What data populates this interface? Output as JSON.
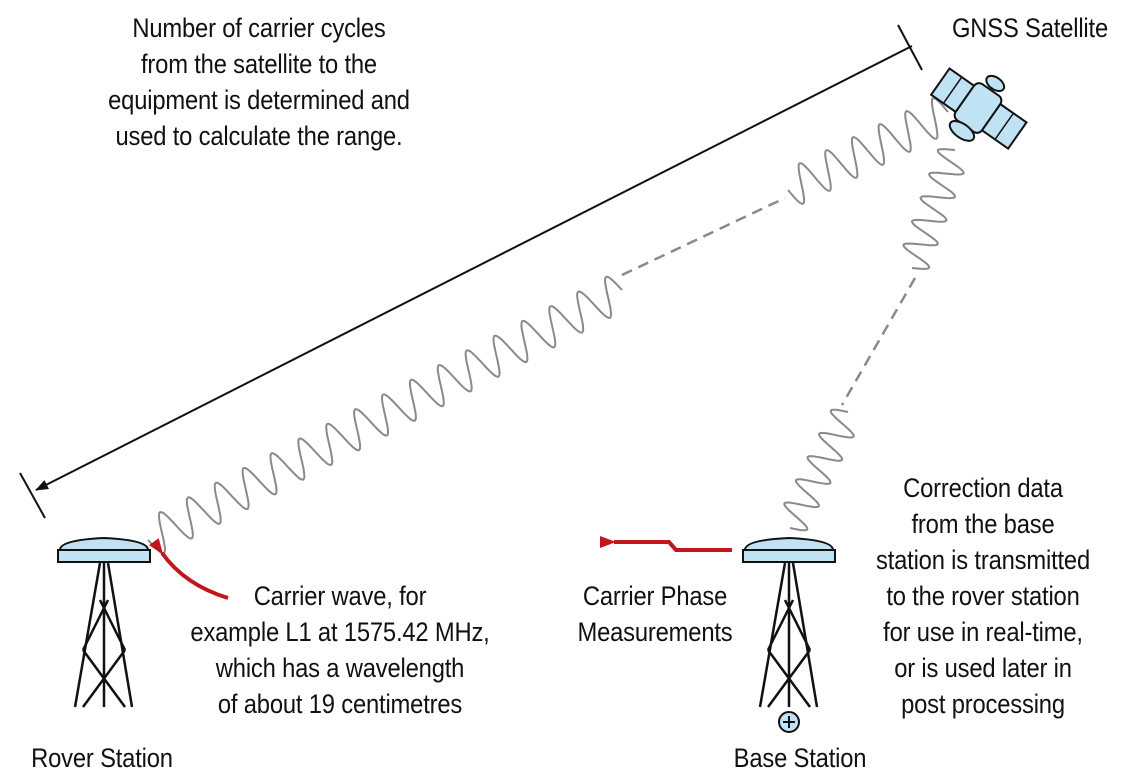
{
  "labels": {
    "cycles_note": [
      "Number of carrier cycles",
      "from the satellite to the",
      "equipment is determined and",
      "used to calculate the range."
    ],
    "satellite": "GNSS Satellite",
    "correction_note": [
      "Correction data",
      "from the base",
      "station is transmitted",
      "to the rover station",
      "for use in real-time,",
      "or is used later in",
      "post processing"
    ],
    "carrier_wave_note": [
      "Carrier wave, for",
      "example L1 at 1575.42 MHz,",
      "which has a wavelength",
      "of about 19 centimetres"
    ],
    "phase_note": [
      "Carrier Phase",
      "Measurements"
    ],
    "rover_station": "Rover Station",
    "base_station": "Base Station"
  },
  "colors": {
    "ink": "#111111",
    "wave": "#8a8a8a",
    "antenna_fill": "#bfe3f5",
    "satellite_fill": "#bfe3f5",
    "arrow_red": "#c0161c"
  },
  "icons": {
    "satellite": "satellite-icon",
    "rover_antenna": "antenna-icon",
    "base_antenna": "antenna-icon",
    "base_marker": "survey-marker-icon"
  }
}
